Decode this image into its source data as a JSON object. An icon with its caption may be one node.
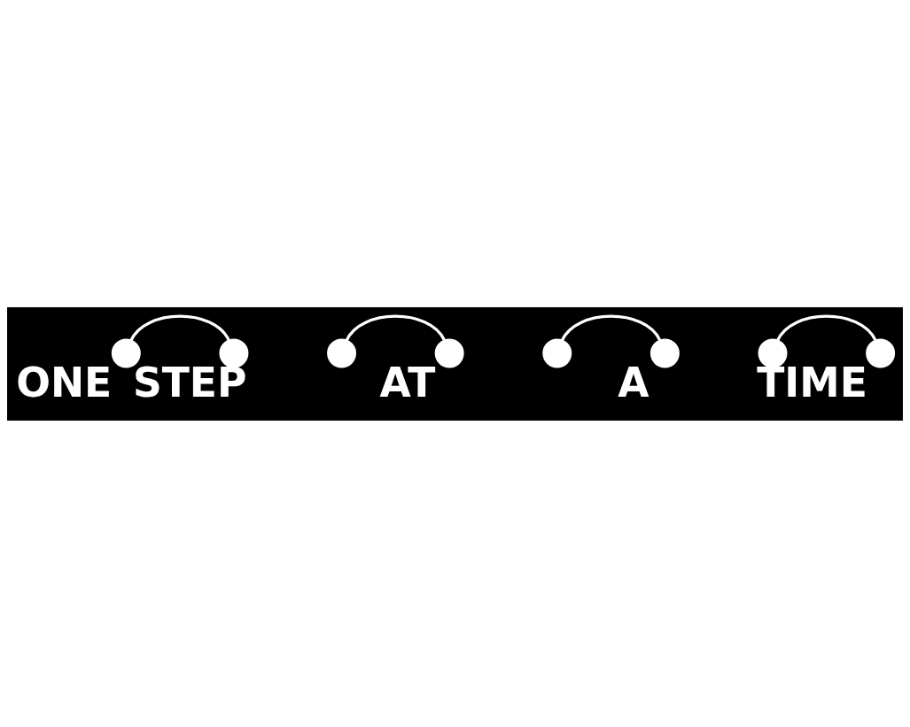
{
  "diagram": {
    "nodes": [
      {
        "text": [],
        "shape": "circle",
        "beside": [
          "ONE"
        ]
      },
      {
        "text": [],
        "shape": "circle",
        "beside": [
          "STEP"
        ]
      },
      {
        "text": [],
        "shape": "circle"
      },
      {
        "text": [],
        "shape": "circle",
        "beside": [
          "AT"
        ]
      },
      {
        "text": [],
        "shape": "circle"
      },
      {
        "text": [],
        "shape": "circle",
        "beside": [
          "A"
        ]
      },
      {
        "text": [],
        "shape": "circle"
      },
      {
        "text": [],
        "shape": "circle",
        "beside": [
          "TIME"
        ]
      }
    ],
    "edges": [
      {
        "from": 0,
        "to": 1,
        "arrow": "none"
      },
      {
        "from": 2,
        "to": 3,
        "arrow": "none"
      },
      {
        "from": 4,
        "to": 5,
        "arrow": "none"
      },
      {
        "from": 6,
        "to": 7,
        "arrow": "none"
      }
    ]
  }
}
